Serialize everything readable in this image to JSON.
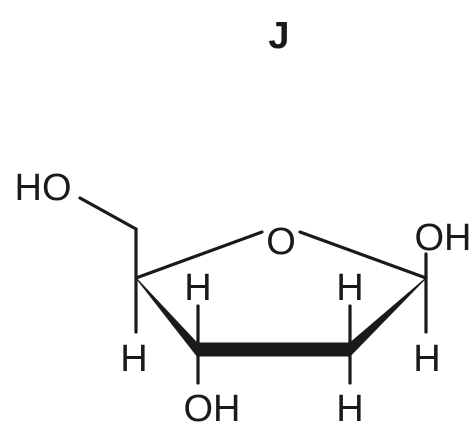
{
  "title": "J",
  "atoms": {
    "ring_oxygen": "O",
    "ch2oh": "HO",
    "c1_oh": "OH",
    "c3_oh": "OH",
    "c4_h_down": "H",
    "c3_h_up": "H",
    "c2_h_up": "H",
    "c2_h_down": "H",
    "c1_h_down": "H"
  },
  "colors": {
    "ink": "#1a1a1a",
    "background": "#ffffff"
  }
}
